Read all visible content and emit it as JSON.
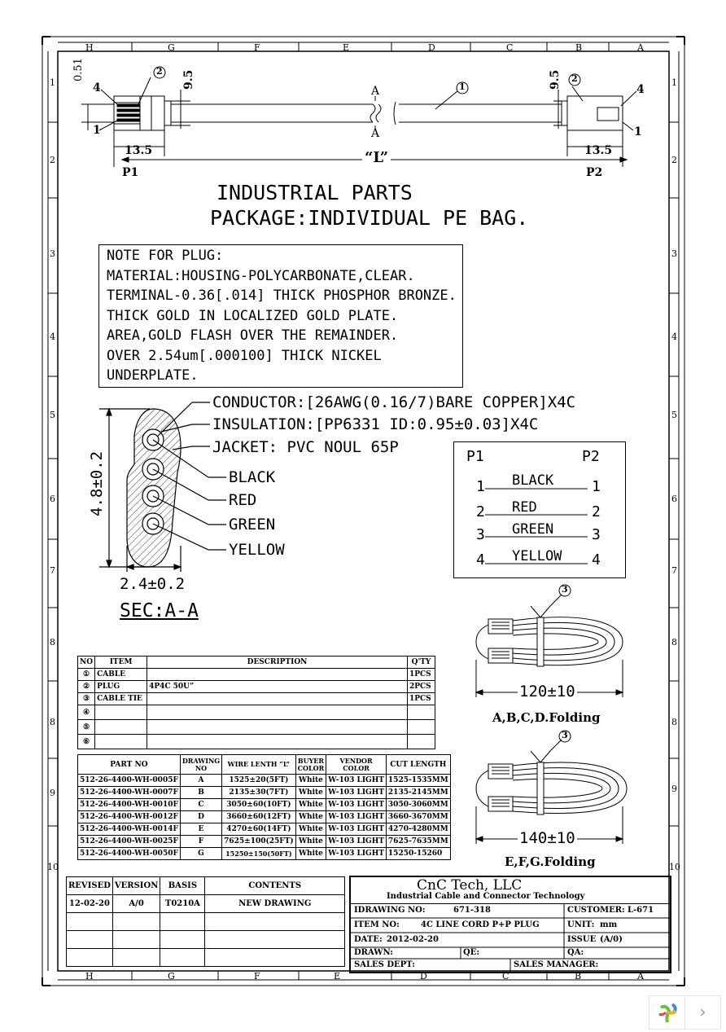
{
  "frame": {
    "columns": [
      "H",
      "G",
      "F",
      "E",
      "D",
      "C",
      "B",
      "A"
    ],
    "rows": [
      "1",
      "2",
      "3",
      "4",
      "5",
      "6",
      "7",
      "8",
      "8",
      "9",
      "10"
    ]
  },
  "top_drawing": {
    "dim_051": "0.51",
    "dim_95_left": "9.5",
    "dim_95_right": "9.5",
    "dim_135_left": "13.5",
    "dim_135_right": "13.5",
    "dim_L": "“L”",
    "pin4_left": "4",
    "pin1_left": "1",
    "pin4_right": "4",
    "pin1_right": "1",
    "balloon_1": "1",
    "balloon_2_left": "2",
    "balloon_2_right": "2",
    "section_a_top": "A",
    "section_a_bottom": "A",
    "p1": "P1",
    "p2": "P2"
  },
  "heading": {
    "line1": "INDUSTRIAL PARTS",
    "line2": "PACKAGE:INDIVIDUAL PE BAG."
  },
  "note": {
    "lines": [
      "NOTE FOR PLUG:",
      "MATERIAL:HOUSING-POLYCARBONATE,CLEAR.",
      "TERMINAL-0.36[.014] THICK PHOSPHOR BRONZE.",
      "THICK GOLD IN LOCALIZED GOLD PLATE.",
      "AREA,GOLD FLASH OVER THE REMAINDER.",
      "OVER 2.54um[.000100] THICK NICKEL",
      "UNDERPLATE."
    ]
  },
  "section": {
    "conductor": "CONDUCTOR:[26AWG(0.16/7)BARE COPPER]X4C",
    "insulation": "INSULATION:[PP6331 ID:0.95±0.03]X4C",
    "jacket": "JACKET: PVC NOUL 65P",
    "black": "BLACK",
    "red": "RED",
    "green": "GREEN",
    "yellow": "YELLOW",
    "height_dim": "4.8±0.2",
    "width_dim": "2.4±0.2",
    "title": "SEC:A-A"
  },
  "pinout": {
    "p1": "P1",
    "p2": "P2",
    "rows": [
      {
        "left": "1",
        "color": "BLACK",
        "right": "1"
      },
      {
        "left": "2",
        "color": "RED",
        "right": "2"
      },
      {
        "left": "3",
        "color": "GREEN",
        "right": "3"
      },
      {
        "left": "4",
        "color": "YELLOW",
        "right": "4"
      }
    ]
  },
  "folding": {
    "balloon_top": "3",
    "dim_top": "120±10",
    "caption_top": "A,B,C,D.Folding",
    "balloon_bottom": "3",
    "dim_bottom": "140±10",
    "caption_bottom": "E,F,G.Folding"
  },
  "bom": {
    "headers": [
      "NO",
      "ITEM",
      "DESCRIPTION",
      "Q'TY"
    ],
    "rows": [
      {
        "no": "①",
        "item": "CABLE",
        "desc": "",
        "qty": "1PCS"
      },
      {
        "no": "②",
        "item": "PLUG",
        "desc": "4P4C 50U”",
        "qty": "2PCS"
      },
      {
        "no": "③",
        "item": "CABLE TIE",
        "desc": "",
        "qty": "1PCS"
      },
      {
        "no": "④",
        "item": "",
        "desc": "",
        "qty": ""
      },
      {
        "no": "⑤",
        "item": "",
        "desc": "",
        "qty": ""
      },
      {
        "no": "⑥",
        "item": "",
        "desc": "",
        "qty": ""
      }
    ]
  },
  "parts": {
    "headers": [
      "PART NO",
      "DRAWING NO",
      "WIRE LENTH “L”",
      "BUYER COLOR",
      "VENDOR COLOR",
      "CUT LENGTH"
    ],
    "rows": [
      {
        "part": "512-26-4400-WH-0005F",
        "drawing": "A",
        "wire": "1525±20(5FT)",
        "buyer": "White",
        "vendor": "W-103 LIGHT",
        "cut": "1525-1535MM"
      },
      {
        "part": "512-26-4400-WH-0007F",
        "drawing": "B",
        "wire": "2135±30(7FT)",
        "buyer": "White",
        "vendor": "W-103 LIGHT",
        "cut": "2135-2145MM"
      },
      {
        "part": "512-26-4400-WH-0010F",
        "drawing": "C",
        "wire": "3050±60(10FT)",
        "buyer": "White",
        "vendor": "W-103 LIGHT",
        "cut": "3050-3060MM"
      },
      {
        "part": "512-26-4400-WH-0012F",
        "drawing": "D",
        "wire": "3660±60(12FT)",
        "buyer": "White",
        "vendor": "W-103 LIGHT",
        "cut": "3660-3670MM"
      },
      {
        "part": "512-26-4400-WH-0014F",
        "drawing": "E",
        "wire": "4270±60(14FT)",
        "buyer": "White",
        "vendor": "W-103 LIGHT",
        "cut": "4270-4280MM"
      },
      {
        "part": "512-26-4400-WH-0025F",
        "drawing": "F",
        "wire": "7625±100(25FT)",
        "buyer": "White",
        "vendor": "W-103 LIGHT",
        "cut": "7625-7635MM"
      },
      {
        "part": "512-26-4400-WH-0050F",
        "drawing": "G",
        "wire": "15250±150(50FT)",
        "buyer": "White",
        "vendor": "W-103 LIGHT",
        "cut": "15250-15260"
      }
    ]
  },
  "revision": {
    "headers": [
      "REVISED",
      "VERSION",
      "BASIS",
      "CONTENTS"
    ],
    "row": {
      "revised": "12-02-20",
      "version": "A/0",
      "basis": "T0210A",
      "contents": "NEW DRAWING"
    }
  },
  "title_block": {
    "company": "CnC  Tech, LLC",
    "tagline": "Industrial Cable and Connector Technology",
    "drawing_no_label": "IDRAWING NO:",
    "drawing_no": "671-318",
    "customer_label": "CUSTOMER:",
    "customer": "L-671",
    "item_label": "ITEM NO:",
    "item": "4C LINE CORD P+P PLUG",
    "unit_label": "UNIT:",
    "unit": "mm",
    "date_label": "DATE:",
    "date": "2012-02-20",
    "issue_label": "ISSUE",
    "issue": "(A/0)",
    "drawn_label": "DRAWN:",
    "qe_label": "QE:",
    "qa_label": "QA:",
    "sales_dept_label": "SALES DEPT:",
    "sales_mgr_label": "SALES MANAGER:"
  },
  "viewer": {
    "next_label": "›"
  }
}
